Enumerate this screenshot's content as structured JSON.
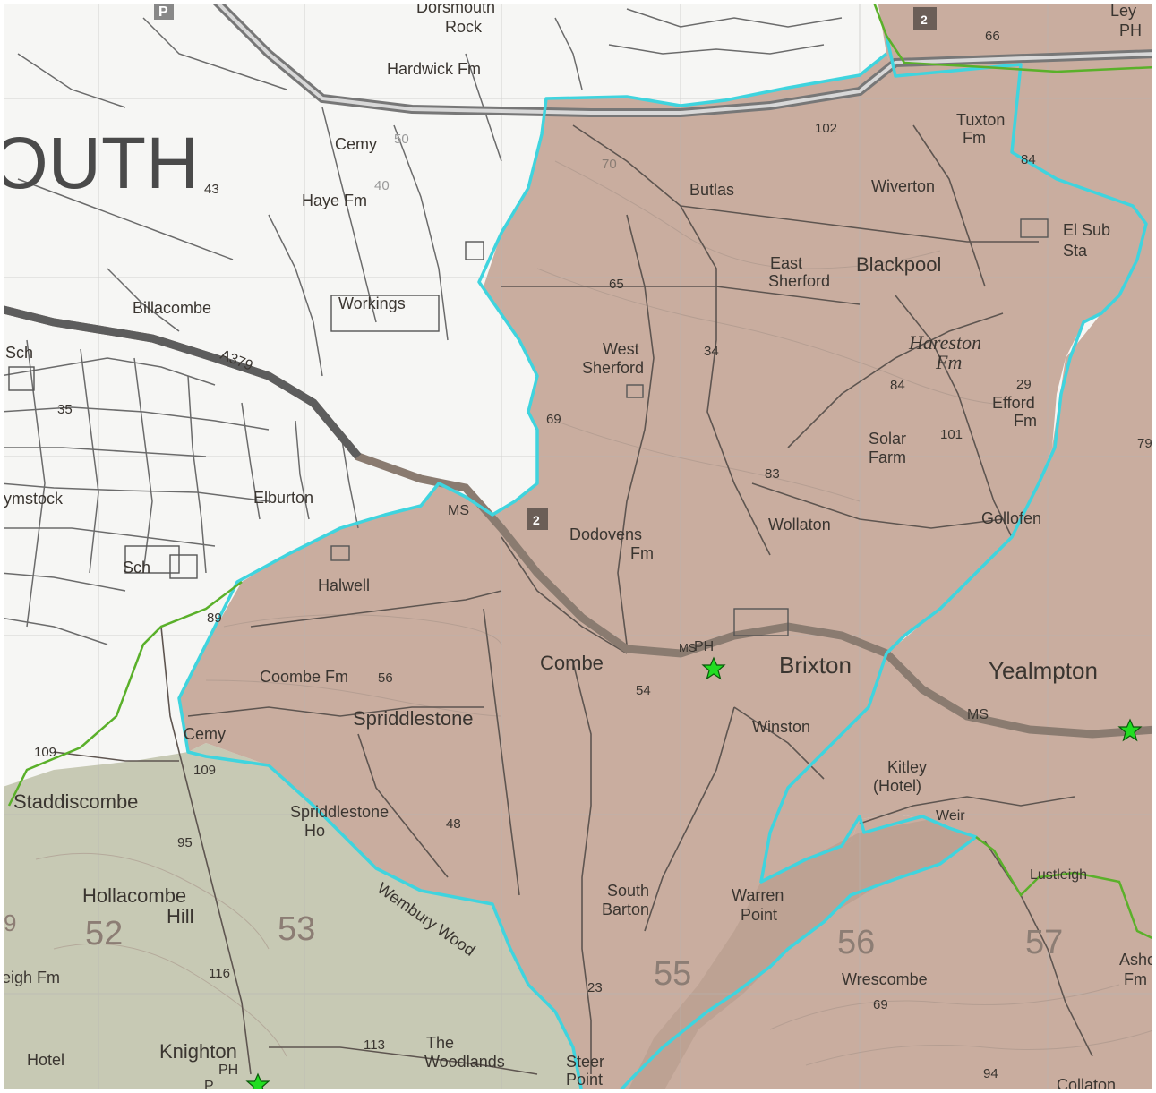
{
  "map": {
    "labels": {
      "dorsmouth": "Dorsmouth",
      "rock": "Rock",
      "hardwick_fm": "Hardwick Fm",
      "outh": "OUTH",
      "cemy_top": "Cemy",
      "haye_fm": "Haye Fm",
      "workings": "Workings",
      "billacombe": "Billacombe",
      "sch_left": "Sch",
      "a379": "A379",
      "plymstock": "lymstock",
      "elburton": "Elburton",
      "sch_bottom": "Sch",
      "halwell": "Halwell",
      "coombe_fm": "Coombe Fm",
      "cemy_bottom": "Cemy",
      "spriddlestone": "Spriddlestone",
      "staddiscombe": "Staddiscombe",
      "spriddlestone_ho_1": "Spriddlestone",
      "spriddlestone_ho_2": "Ho",
      "hollacombe": "Hollacombe",
      "hill": "Hill",
      "wembury_wood": "Wembury Wood",
      "leigh_fm": "eigh Fm",
      "knighton": "Knighton",
      "hotel_left": "Hotel",
      "ph_left": "PH",
      "p_left": "P",
      "the": "The",
      "woodlands": "Woodlands",
      "steer": "Steer",
      "point_steer": "Point",
      "south": "South",
      "barton": "Barton",
      "combe": "Combe",
      "dodovens": "Dodovens",
      "fm_dodovens": "Fm",
      "west": "West",
      "sherford_west": "Sherford",
      "butlas": "Butlas",
      "east": "East",
      "sherford_east": "Sherford",
      "blackpool": "Blackpool",
      "wiverton": "Wiverton",
      "tuxton": "Tuxton",
      "fm_tuxton": "Fm",
      "el_sub": "El Sub",
      "sta": "Sta",
      "hareston": "Hareston",
      "fm_hareston": "Fm",
      "efford": "Efford",
      "fm_efford": "Fm",
      "solar": "Solar",
      "farm": "Farm",
      "wollaton": "Wollaton",
      "gollofen": "Gollofen",
      "brixton": "Brixton",
      "ph_brixton": "PH",
      "winston": "Winston",
      "yealmpton": "Yealmpton",
      "kitley": "Kitley",
      "hotel_kitley": "(Hotel)",
      "weir": "Weir",
      "warren": "Warren",
      "point_warren": "Point",
      "wrescombe": "Wrescombe",
      "lustleigh": "Lustleigh",
      "asho": "Asho",
      "fm_asho": "Fm",
      "collaton": "Collaton",
      "ley": "Ley",
      "ph_ley": "PH",
      "ms_1": "MS",
      "ms_2": "MS",
      "ms_3": "MS"
    },
    "spot_heights": {
      "h66": "66",
      "h102": "102",
      "h84a": "84",
      "h50": "50",
      "h40": "40",
      "h43": "43",
      "h70": "70",
      "h65": "65",
      "h34": "34",
      "h84b": "84",
      "h29": "29",
      "h101": "101",
      "h79": "79",
      "h69a": "69",
      "h83": "83",
      "h35": "35",
      "h89": "89",
      "h56": "56",
      "h54": "54",
      "h109a": "109",
      "h109b": "109",
      "h48": "48",
      "h95": "95",
      "h116": "116",
      "h113": "113",
      "h23": "23",
      "h69b": "69",
      "h94": "94"
    },
    "grid_numbers": {
      "g52": "52",
      "g53": "53",
      "g55": "55",
      "g56": "56",
      "g57": "57",
      "g9": "9"
    },
    "road_numbers": {
      "r2_top": "2",
      "r2_mid": "2"
    },
    "icons": [
      "green-star-marker",
      "parking-sign",
      "road-number-sign"
    ],
    "colors": {
      "brown_region": "#c9ad9f",
      "green_region": "#c7c9b4",
      "boundary_cyan": "#3fd4de",
      "boundary_green": "#5ab02a",
      "road_main": "#8a7b70",
      "marker_star": "#22dd22"
    }
  }
}
